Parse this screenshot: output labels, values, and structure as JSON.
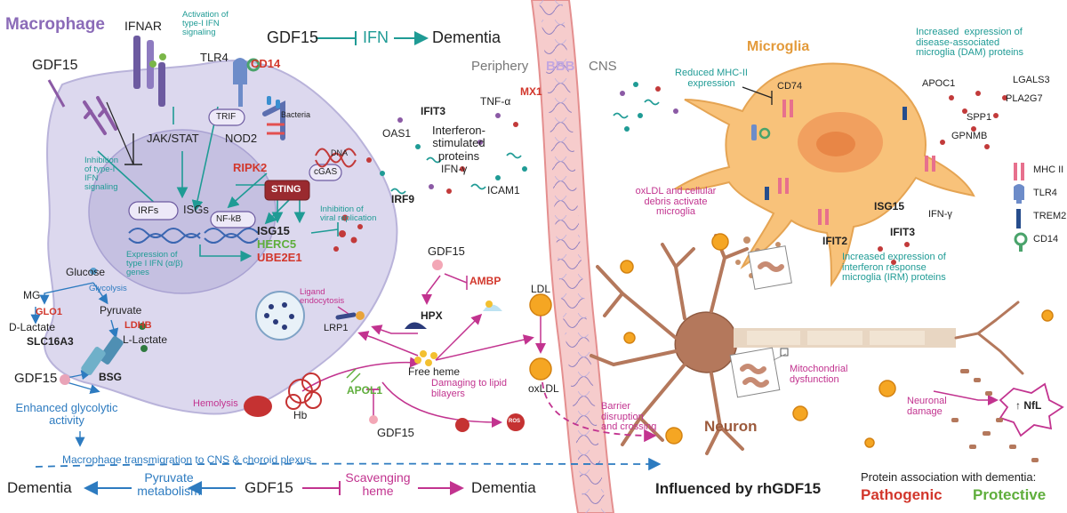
{
  "titles": {
    "macrophage": "Macrophage",
    "microglia": "Microglia",
    "neuron": "Neuron"
  },
  "compartments": {
    "periphery": "Periphery",
    "bbb": "BBB",
    "cns": "CNS"
  },
  "top_axis": {
    "gdf15": "GDF15",
    "ifn": "IFN",
    "dementia": "Dementia"
  },
  "macrophage": {
    "gdf15": "GDF15",
    "ifnar": "IFNAR",
    "ifn_activation": "Activation of\ntype-I IFN\nsignaling",
    "tlr4": "TLR4",
    "cd14": "CD14",
    "trif": "TRIF",
    "bacteria": "Bacteria",
    "nod2": "NOD2",
    "ripk2": "RIPK2",
    "jak_stat": "JAK/STAT",
    "inhibition_ifn": "Inhibition\nof type-I\nIFN\nsignaling",
    "irfs": "IRFs",
    "isgs": "ISGs",
    "expression_ifn": "Expression of\ntype I IFN (α/β)\ngenes",
    "nfkb": "NF-kB",
    "dna": "DNA",
    "cgas": "cGAS",
    "sting": "STING",
    "isg15": "ISG15",
    "herc5": "HERC5",
    "ube2e1": "UBE2E1",
    "inhibition_viral": "Inhibition of\nviral replication",
    "glucose": "Glucose",
    "glycolysis": "Glycolysis",
    "mg": "MG",
    "glo1": "GLO1",
    "d_lactate": "D-Lactate",
    "pyruvate": "Pyruvate",
    "ldhb": "LDHB",
    "l_lactate": "L-Lactate",
    "slc16a3": "SLC16A3",
    "bsg": "BSG",
    "gdf15_bottom": "GDF15",
    "enhanced_glycolytic": "Enhanced glycolytic\nactivity",
    "ligand_endocytosis": "Ligand\nendocytosis",
    "lrp1": "LRP1"
  },
  "secreted": {
    "ifit3": "IFIT3",
    "tnf_alpha": "TNF-α",
    "mx1": "MX1",
    "oas1": "OAS1",
    "interferon_stimulated": "Interferon-\nstimulated\nproteins",
    "ifn_gamma": "IFN-γ",
    "irf9": "IRF9",
    "icam1": "ICAM1"
  },
  "heme": {
    "gdf15_top": "GDF15",
    "ambp": "AMBP",
    "hpx": "HPX",
    "ldl": "LDL",
    "free_heme": "Free heme",
    "damaging": "Damaging to lipid\nbilayers",
    "oxldl": "oxLDL",
    "hemolysis": "Hemolysis",
    "hb": "Hb",
    "apol1": "APOL1",
    "gdf15_low": "GDF15",
    "ros": "ROS",
    "barrier": "Barrier\ndisruption\nand crossing"
  },
  "microglia": {
    "reduced_mhc": "Reduced MHC-II\nexpression",
    "cd74": "CD74",
    "dam_header": "Increased  expression of\ndisease-associated\nmicroglia (DAM) proteins",
    "apoc1": "APOC1",
    "lgals3": "LGALS3",
    "pla2g7": "PLA2G7",
    "spp1": "SPP1",
    "gpnmb": "GPNMB",
    "oxldl_activate": "oxLDL and cellular\ndebris activate\nmicroglia",
    "isg15": "ISG15",
    "ifn_gamma": "IFN-γ",
    "ifit3": "IFIT3",
    "ifit2": "IFIT2",
    "irm": "Increased expression of\ninterferon response\nmicroglia (IRM) proteins"
  },
  "legend_receptors": {
    "mhc2": "MHC II",
    "tlr4": "TLR4",
    "trem2": "TREM2",
    "cd14": "CD14"
  },
  "neuron": {
    "mito": "Mitochondrial\ndysfunction",
    "neuronal_damage": "Neuronal\ndamage",
    "nfl": "↑ NfL"
  },
  "bottom": {
    "transmigration": "Macrophage transmigration to CNS & choroid plexus",
    "dementia_left": "Dementia",
    "pyruvate_metabolism": "Pyruvate\nmetabolism",
    "gdf15": "GDF15",
    "scavenging": "Scavenging\nheme",
    "dementia_right": "Dementia",
    "influenced": "Influenced by rhGDF15",
    "protein_assoc": "Protein association with dementia:",
    "pathogenic": "Pathogenic",
    "protective": "Protective"
  },
  "colors": {
    "macrophage_fill": "#d9d6ec",
    "nucleus_fill": "#c3bfe0",
    "microglia_fill": "#f8c27a",
    "bbb_fill": "#f4c7c7",
    "teal": "#1f9b95",
    "red": "#d2372c",
    "green": "#5fae3c",
    "magenta": "#c2338f",
    "blue": "#2d7bc0",
    "purple": "#8b6bb8",
    "orange": "#e39a3a",
    "brown": "#9c5a3c"
  }
}
